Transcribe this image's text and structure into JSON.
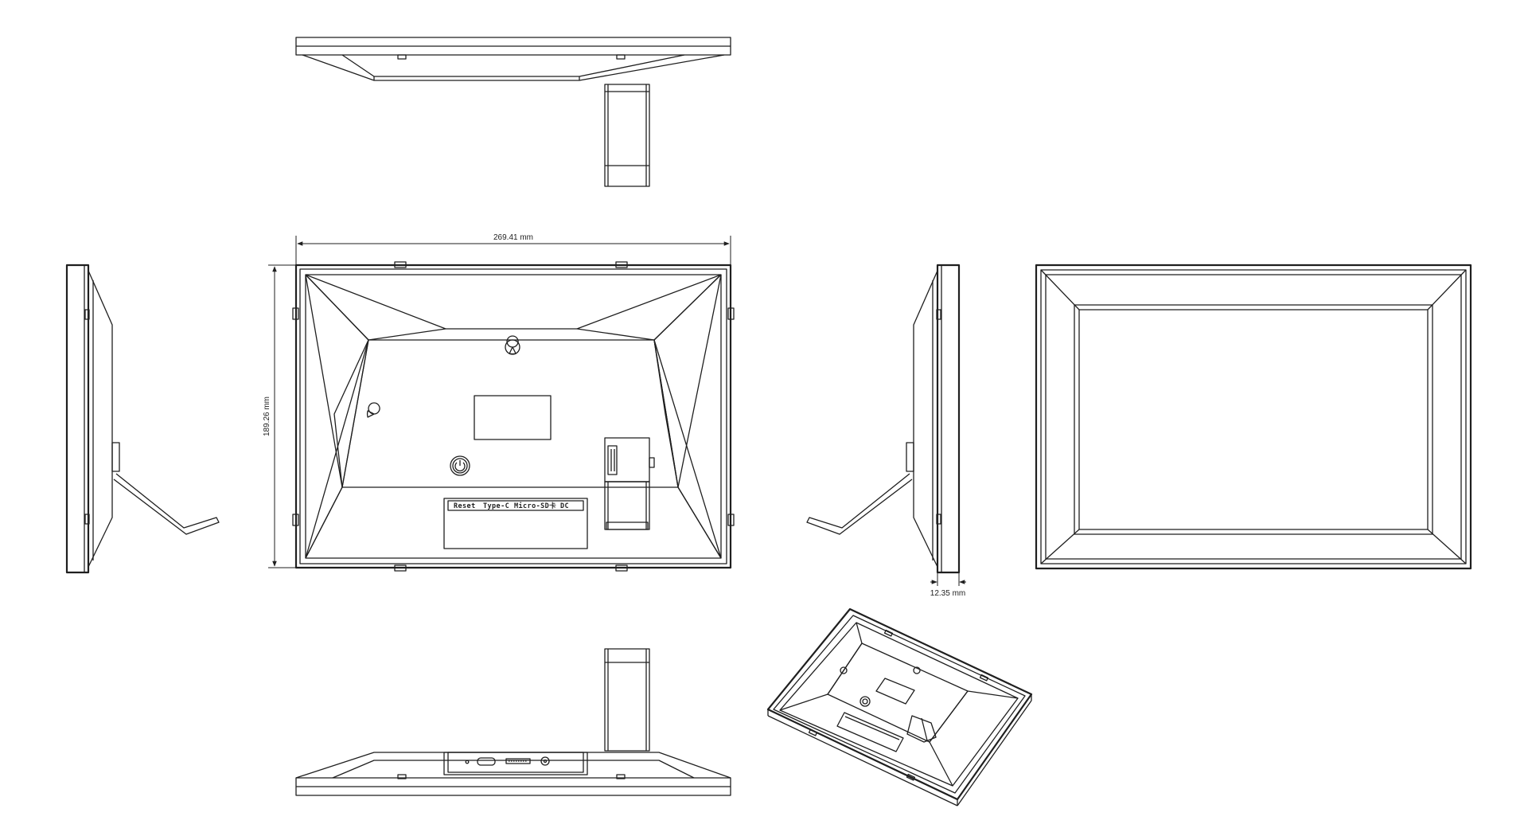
{
  "dimensions": {
    "width": "269.41 mm",
    "height": "189.26 mm",
    "depth": "12.35 mm"
  },
  "port_labels": {
    "reset": "Reset",
    "type_c": "Type-C",
    "micro_sd": "Micro-SD卡",
    "dc": "DC"
  }
}
